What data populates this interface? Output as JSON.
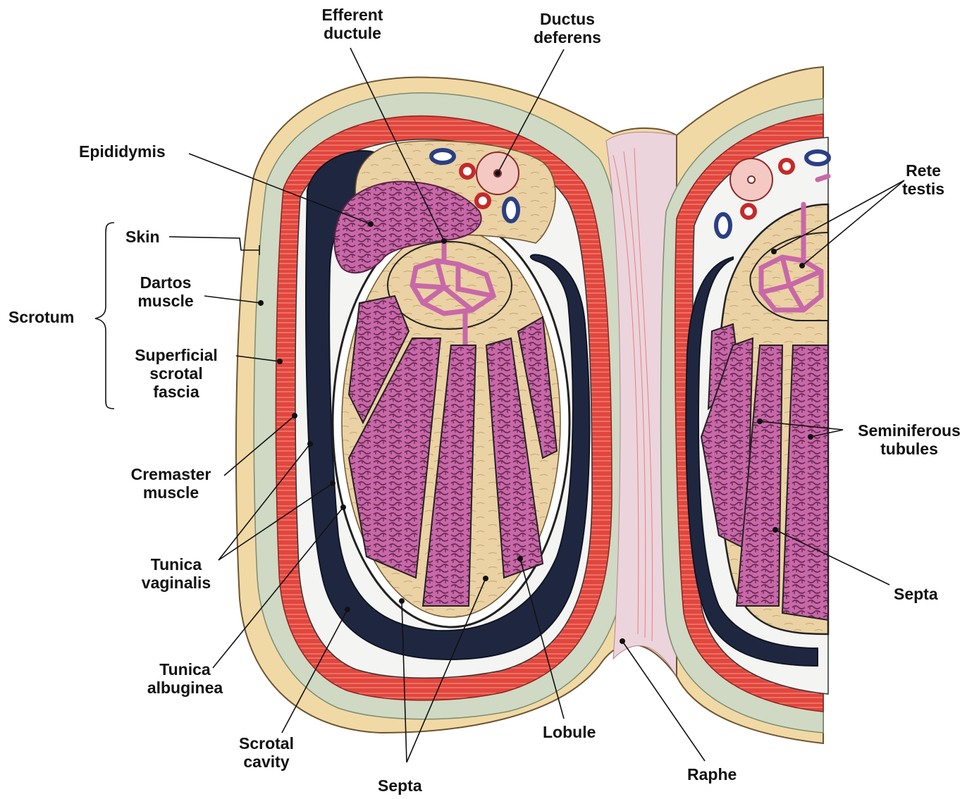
{
  "labels": {
    "efferent_ductule": "Efferent\nductule",
    "ductus_deferens": "Ductus\ndeferens",
    "epididymis": "Epididymis",
    "rete_testis": "Rete\ntestis",
    "skin": "Skin",
    "dartos_muscle": "Dartos\nmuscle",
    "scrotum": "Scrotum",
    "superficial_scrotal_fascia": "Superficial\nscrotal\nfascia",
    "seminiferous_tubules": "Seminiferous\ntubules",
    "cremaster_muscle": "Cremaster\nmuscle",
    "tunica_vaginalis": "Tunica\nvaginalis",
    "septa_right": "Septa",
    "tunica_albuginea": "Tunica\nalbuginea",
    "scrotal_cavity": "Scrotal\ncavity",
    "lobule": "Lobule",
    "raphe": "Raphe",
    "septa_bottom": "Septa"
  },
  "colors": {
    "skin": "#f1d9a6",
    "fascia": "#c9d6bf",
    "muscle": "#e2463d",
    "cavity": "#1f2740",
    "tissue": "#ead2a4",
    "tubules": "#c868a8",
    "tubule_outline": "#5a2346",
    "septum_pink": "#e9c8d0",
    "vein": "#2b3f86",
    "artery": "#c42a2a"
  }
}
